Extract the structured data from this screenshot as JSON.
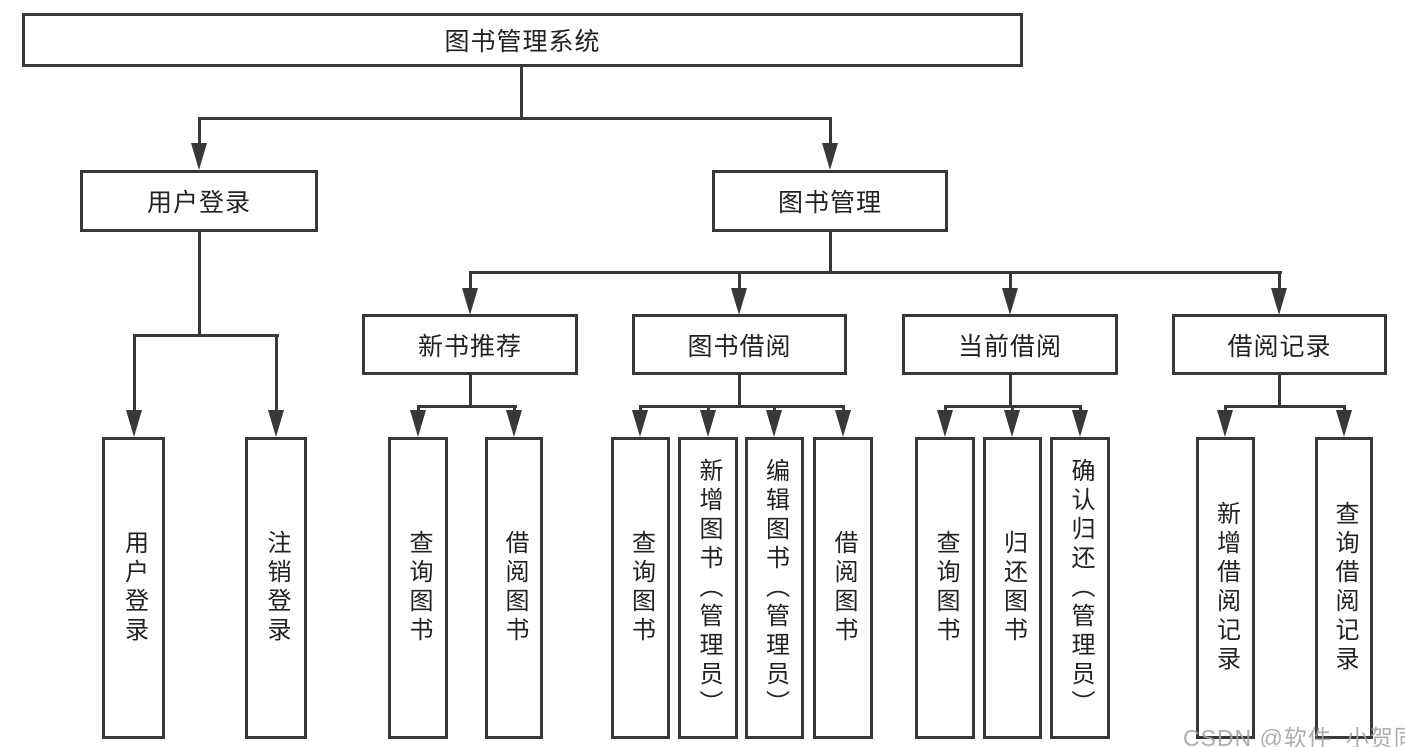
{
  "diagram_title": "图书管理系统",
  "nodes": {
    "root": {
      "label": "图书管理系统"
    },
    "level2": [
      {
        "label": "用户登录"
      },
      {
        "label": "图书管理"
      }
    ],
    "level3": [
      {
        "label": "新书推荐",
        "parent": "图书管理"
      },
      {
        "label": "图书借阅",
        "parent": "图书管理"
      },
      {
        "label": "当前借阅",
        "parent": "图书管理"
      },
      {
        "label": "借阅记录",
        "parent": "图书管理"
      }
    ],
    "leaves": [
      {
        "label": "用户登录",
        "parent": "用户登录"
      },
      {
        "label": "注销登录",
        "parent": "用户登录"
      },
      {
        "label": "查询图书",
        "parent": "新书推荐"
      },
      {
        "label": "借阅图书",
        "parent": "新书推荐"
      },
      {
        "label": "查询图书",
        "parent": "图书借阅"
      },
      {
        "label": "新增图书（管理员）",
        "parent": "图书借阅"
      },
      {
        "label": "编辑图书（管理员）",
        "parent": "图书借阅"
      },
      {
        "label": "借阅图书",
        "parent": "图书借阅"
      },
      {
        "label": "查询图书",
        "parent": "当前借阅"
      },
      {
        "label": "归还图书",
        "parent": "当前借阅"
      },
      {
        "label": "确认归还（管理员）",
        "parent": "当前借阅"
      },
      {
        "label": "新增借阅记录",
        "parent": "借阅记录"
      },
      {
        "label": "查询借阅记录",
        "parent": "借阅记录"
      }
    ]
  },
  "watermark": "CSDN @软件_小贺同学",
  "colors": {
    "line": "#383838",
    "text": "#222222",
    "watermark": "#a5a5a5",
    "background": "#ffffff"
  }
}
